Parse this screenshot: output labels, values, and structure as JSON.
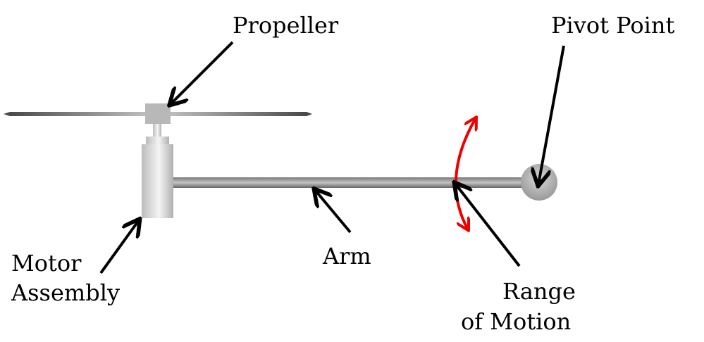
{
  "labels": {
    "propeller": "Propeller",
    "pivot_point": "Pivot Point",
    "motor_line1": "Motor",
    "motor_line2": "Assembly",
    "arm": "Arm",
    "range_line1": "Range",
    "range_line2": "of Motion"
  },
  "colors": {
    "arrow": "#000000",
    "range_arc": "#ee0000",
    "metal_dark": "#555555",
    "metal_light": "#e8e8e8"
  }
}
